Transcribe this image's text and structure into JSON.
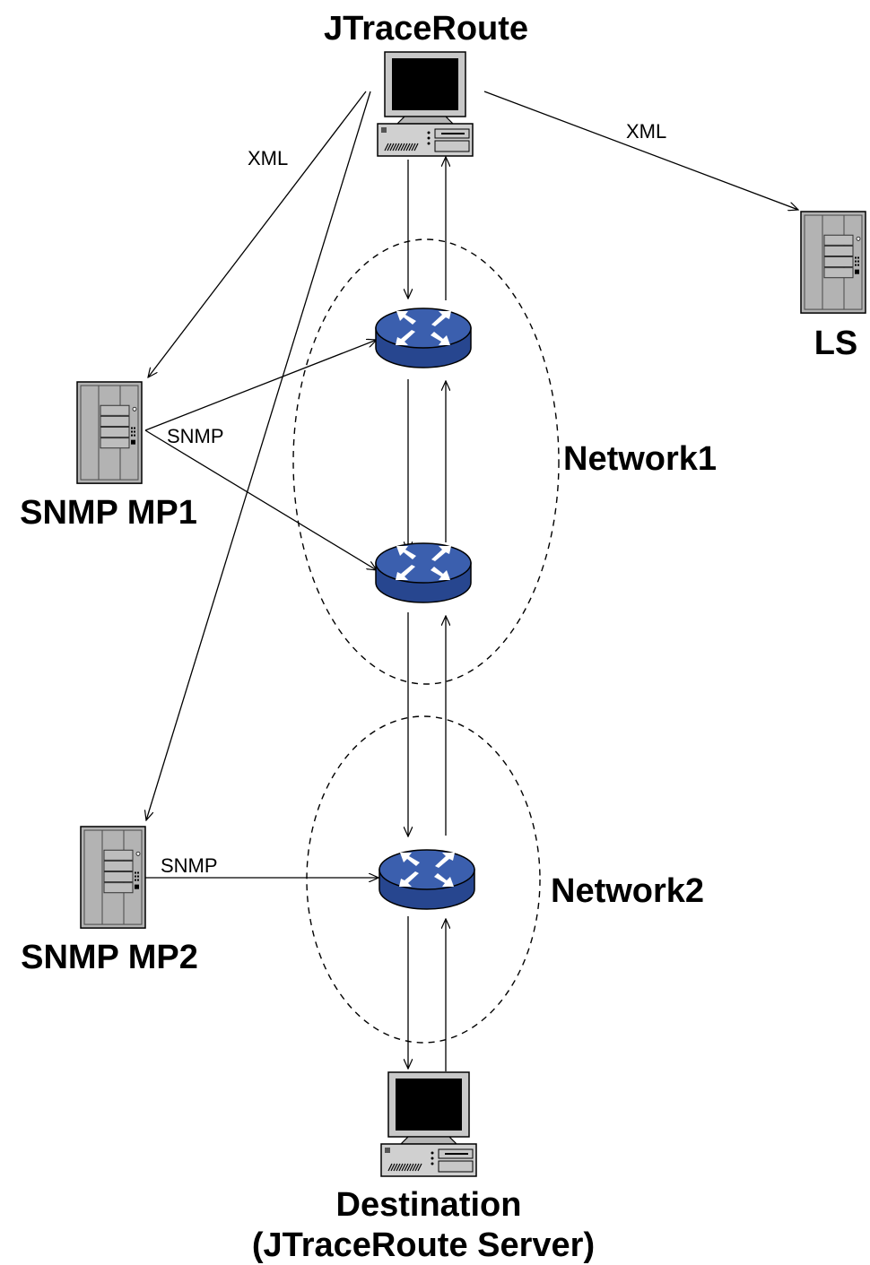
{
  "labels": {
    "client": "JTraceRoute",
    "lookup_service": "LS",
    "network1": "Network1",
    "network2": "Network2",
    "snmp_mp1": "SNMP MP1",
    "snmp_mp2": "SNMP MP2",
    "destination_line1": "Destination",
    "destination_line2": "(JTraceRoute Server)"
  },
  "edge_labels": {
    "xml_left": "XML",
    "xml_right": "XML",
    "snmp_mp1": "SNMP",
    "snmp_mp2": "SNMP"
  },
  "colors": {
    "router_fill": "#3b5fae",
    "router_dark": "#27468f",
    "server_fill": "#b3b3b3",
    "monitor_screen": "#000000"
  }
}
